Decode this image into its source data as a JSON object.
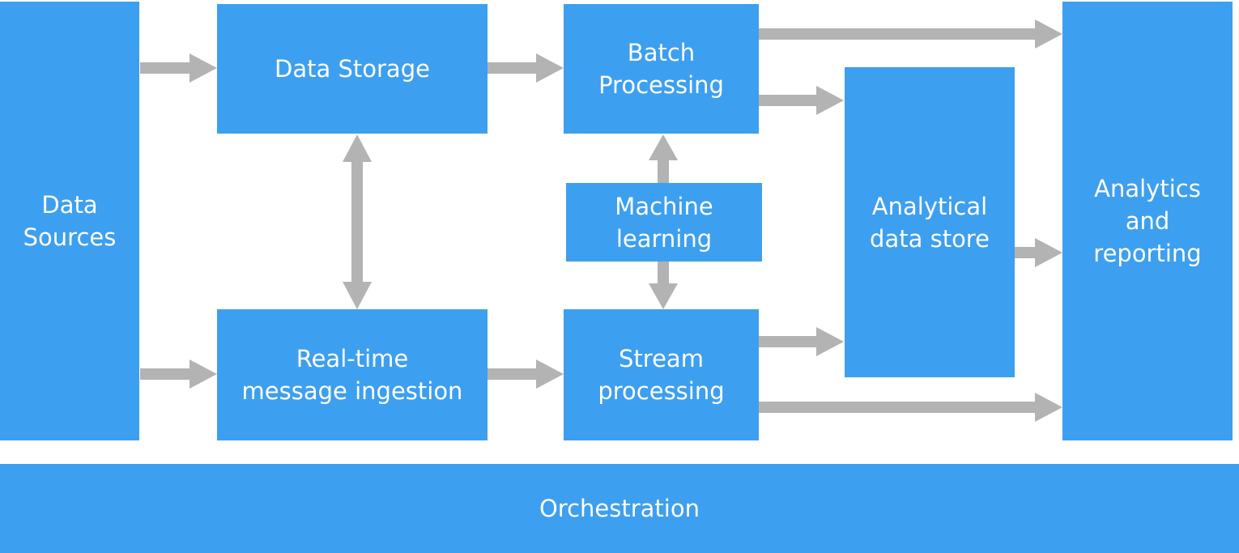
{
  "colors": {
    "box_fill": "#3d9ff0",
    "box_text": "#ffffff",
    "arrow": "#b3b3b3",
    "background": "#ffffff"
  },
  "nodes": {
    "data_sources": "Data\nSources",
    "data_storage": "Data Storage",
    "realtime_ingestion": "Real-time\nmessage ingestion",
    "batch_processing": "Batch\nProcessing",
    "machine_learning": "Machine\nlearning",
    "stream_processing": "Stream\nprocessing",
    "analytical_data_store": "Analytical\ndata store",
    "analytics_reporting": "Analytics\nand\nreporting",
    "orchestration": "Orchestration"
  },
  "edges": [
    {
      "from": "data_sources",
      "to": "data_storage",
      "direction": "forward"
    },
    {
      "from": "data_sources",
      "to": "realtime_ingestion",
      "direction": "forward"
    },
    {
      "from": "data_storage",
      "to": "realtime_ingestion",
      "direction": "both"
    },
    {
      "from": "data_storage",
      "to": "batch_processing",
      "direction": "forward"
    },
    {
      "from": "realtime_ingestion",
      "to": "stream_processing",
      "direction": "forward"
    },
    {
      "from": "machine_learning",
      "to": "batch_processing",
      "direction": "forward"
    },
    {
      "from": "machine_learning",
      "to": "stream_processing",
      "direction": "forward"
    },
    {
      "from": "batch_processing",
      "to": "analytics_reporting",
      "direction": "forward"
    },
    {
      "from": "batch_processing",
      "to": "analytical_data_store",
      "direction": "forward"
    },
    {
      "from": "stream_processing",
      "to": "analytical_data_store",
      "direction": "forward"
    },
    {
      "from": "stream_processing",
      "to": "analytics_reporting",
      "direction": "forward"
    },
    {
      "from": "analytical_data_store",
      "to": "analytics_reporting",
      "direction": "forward"
    }
  ]
}
